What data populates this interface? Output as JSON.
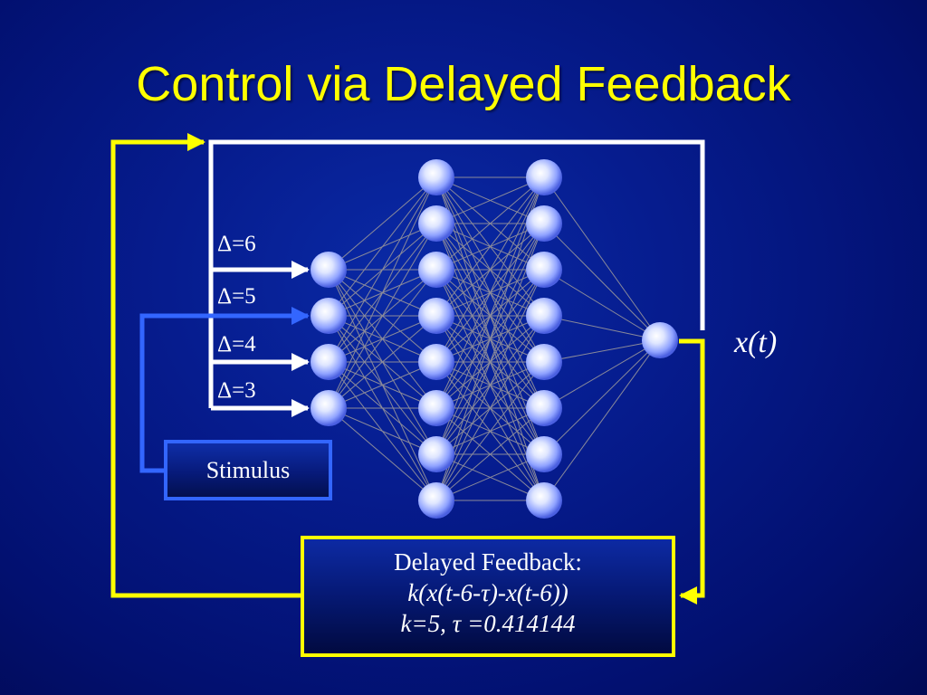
{
  "title": "Control via Delayed Feedback",
  "delay_labels": [
    "Δ=6",
    "Δ=5",
    "Δ=4",
    "Δ=3"
  ],
  "output_label": "x(t)",
  "stimulus": {
    "label": "Stimulus"
  },
  "feedback": {
    "heading": "Delayed Feedback:",
    "formula": "k(x(t-6-τ)-x(t-6))",
    "params": "k=5, τ =0.414144"
  },
  "network": {
    "layers": [
      4,
      8,
      8,
      1
    ]
  },
  "colors": {
    "background": "#00127a",
    "title": "#ffff00",
    "feedback_loop": "#ffff00",
    "stimulus_loop": "#3366ff",
    "delay_lines": "#ffffff",
    "connections": "#8a8a9a",
    "node_fill": "#aabbff"
  }
}
